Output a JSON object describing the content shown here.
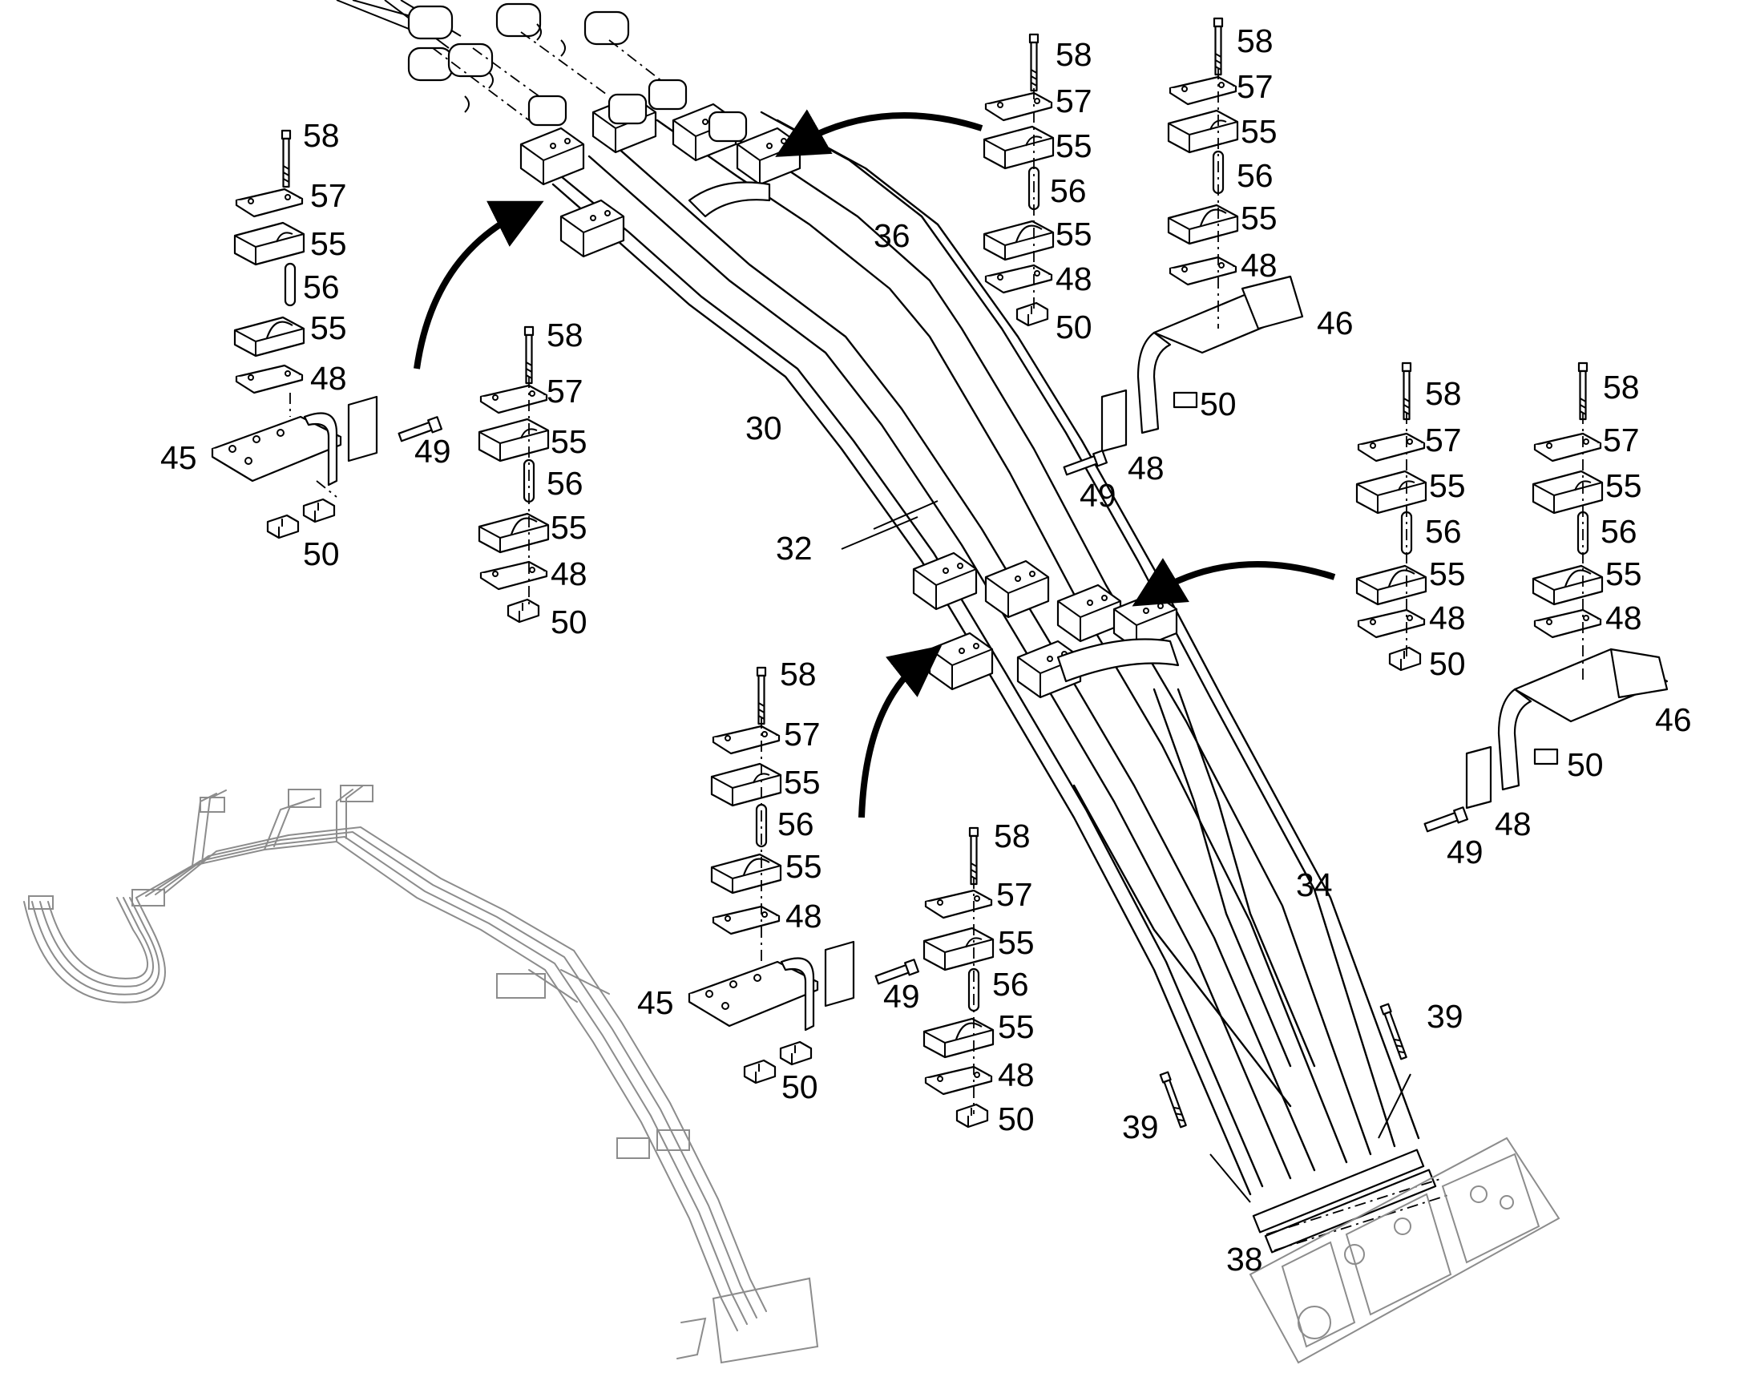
{
  "labels": {
    "l30": "30",
    "l32": "32",
    "l34": "34",
    "l36": "36",
    "l38": "38",
    "l39": "39",
    "l45": "45",
    "l46": "46",
    "l48": "48",
    "l49": "49",
    "l50": "50",
    "l55": "55",
    "l56": "56",
    "l57": "57",
    "l58": "58"
  }
}
